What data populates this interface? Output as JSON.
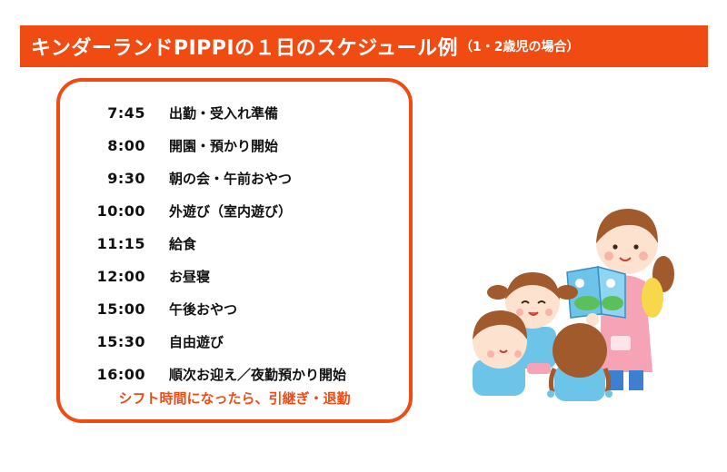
{
  "header": {
    "title": "キンダーランドPIPPIの１日のスケジュール例",
    "subtitle": "（1・2歳児の場合）"
  },
  "schedule": [
    {
      "time": "7:45",
      "activity": "出勤・受入れ準備"
    },
    {
      "time": "8:00",
      "activity": "開園・預かり開始"
    },
    {
      "time": "9:30",
      "activity": "朝の会・午前おやつ"
    },
    {
      "time": "10:00",
      "activity": "外遊び（室内遊び）"
    },
    {
      "time": "11:15",
      "activity": "給食"
    },
    {
      "time": "12:00",
      "activity": "お昼寝"
    },
    {
      "time": "15:00",
      "activity": "午後おやつ"
    },
    {
      "time": "15:30",
      "activity": "自由遊び"
    },
    {
      "time": "16:00",
      "activity": "順次お迎え／夜勤預かり開始"
    }
  ],
  "note": "シフト時間になったら、引継ぎ・退勤",
  "colors": {
    "accent": "#f04b12",
    "text": "#111111",
    "apron": "#f5a3b5",
    "shirt_blue": "#6cc4e8",
    "hair": "#a05a2c",
    "skin": "#fde3cf"
  },
  "illustration": {
    "icon": "teacher-reading-picture-book-to-children-icon"
  }
}
